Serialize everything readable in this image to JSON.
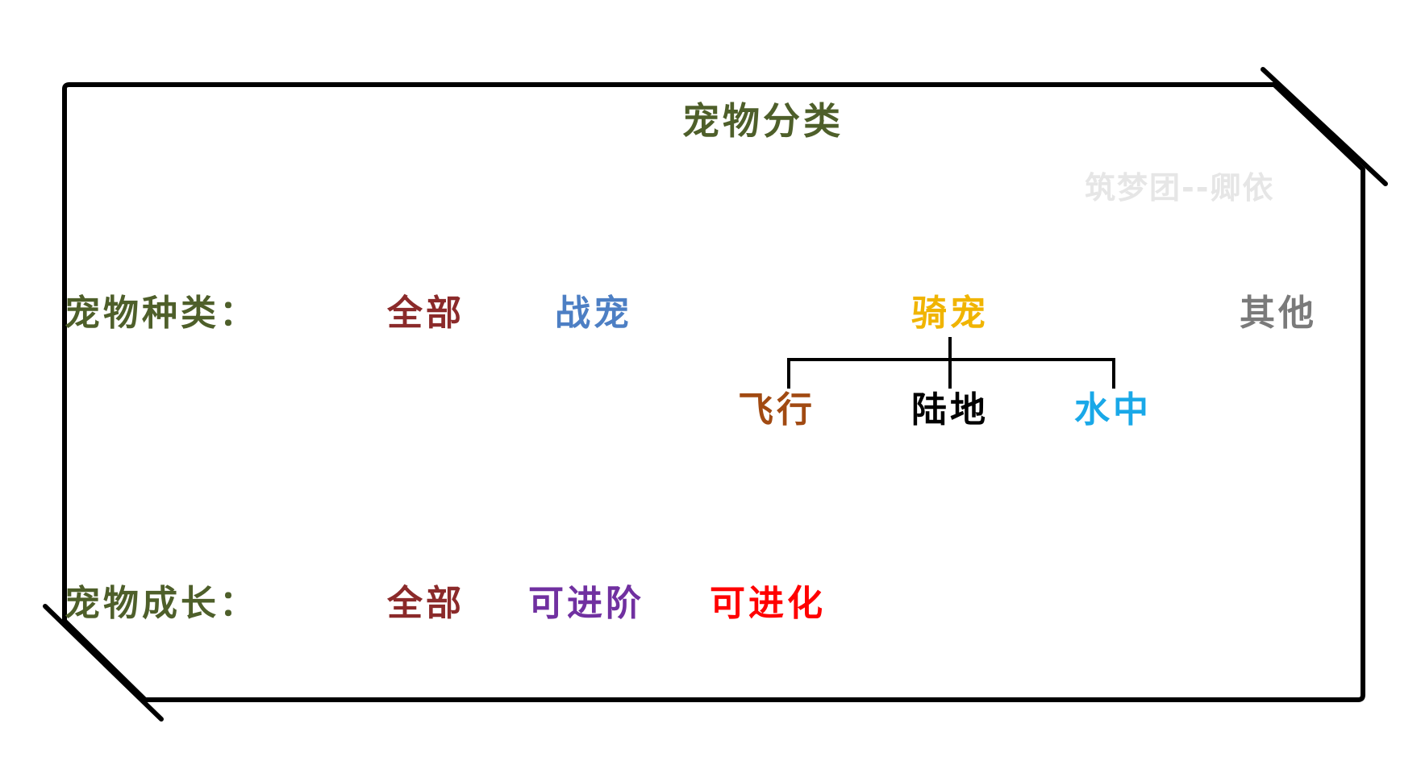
{
  "title": "宠物分类",
  "watermark": "筑梦团--卿依",
  "pet_type": {
    "label": "宠物种类：",
    "options": [
      "全部",
      "战宠",
      "骑宠",
      "其他"
    ],
    "mount_subtypes": [
      "飞行",
      "陆地",
      "水中"
    ]
  },
  "pet_growth": {
    "label": "宠物成长：",
    "options": [
      "全部",
      "可进阶",
      "可进化"
    ]
  },
  "colors": {
    "title": "#4e5f2a",
    "label": "#4e5f2a",
    "all": "#8b2a2a",
    "battle_pet": "#4d7fc4",
    "mount": "#f0b400",
    "other": "#7a7a7a",
    "flying": "#a14a12",
    "land": "#000000",
    "water": "#19a8e8",
    "advance": "#7030a0",
    "evolve": "#ff0000",
    "watermark": "#e6e6e6"
  }
}
